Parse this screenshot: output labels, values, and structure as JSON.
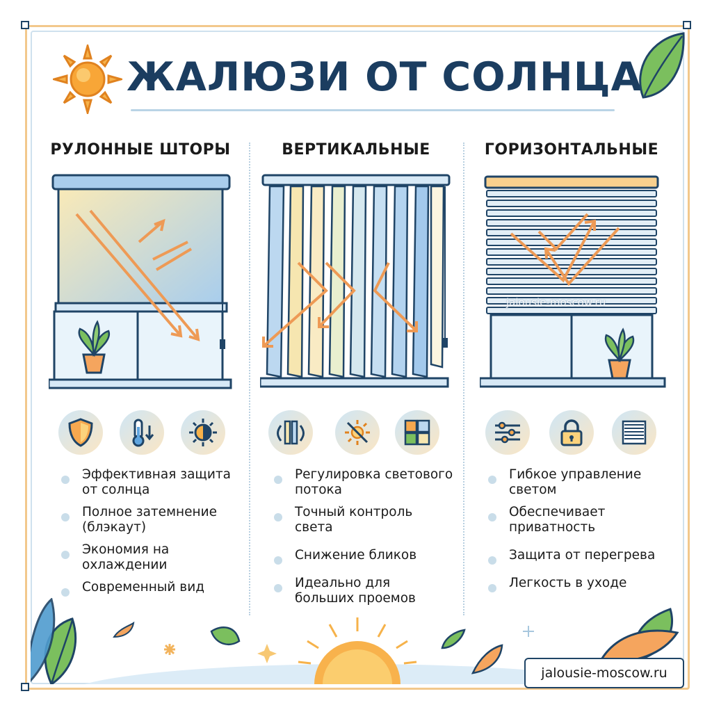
{
  "title": "ЖАЛЮЗИ ОТ СОЛНЦА",
  "watermark": "jalousie-moscow.ru",
  "site_tag": "jalousie-moscow.ru",
  "colors": {
    "accent": "#1b3d60",
    "sun": "#f7a23c",
    "leaf": "#7bbf5e",
    "blind": "#a9cdec",
    "arrow": "#ee9a55"
  },
  "columns": [
    {
      "heading": "РУЛОННЫЕ ШТОРЫ",
      "icons": [
        "shield-icon",
        "thermometer-icon",
        "blackout-sun-icon"
      ],
      "features": [
        "Эффективная защита от солнца",
        "Полное затемнение (блэкаут)",
        "Экономия на охлаждении",
        "Современный вид"
      ]
    },
    {
      "heading": "ВЕРТИКАЛЬНЫЕ",
      "icons": [
        "rotate-slats-icon",
        "no-glare-icon",
        "fabric-samples-icon"
      ],
      "features": [
        "Регулировка светового потока",
        "Точный контроль света",
        "Снижение бликов",
        "Идеально для больших проемов"
      ]
    },
    {
      "heading": "ГОРИЗОНТАЛЬНЫЕ",
      "icons": [
        "sliders-icon",
        "padlock-icon",
        "venetian-blind-icon"
      ],
      "features": [
        "Гибкое управление светом",
        "Обеспечивает приватность",
        "Защита от перегрева",
        "Легкость в уходе"
      ]
    }
  ]
}
